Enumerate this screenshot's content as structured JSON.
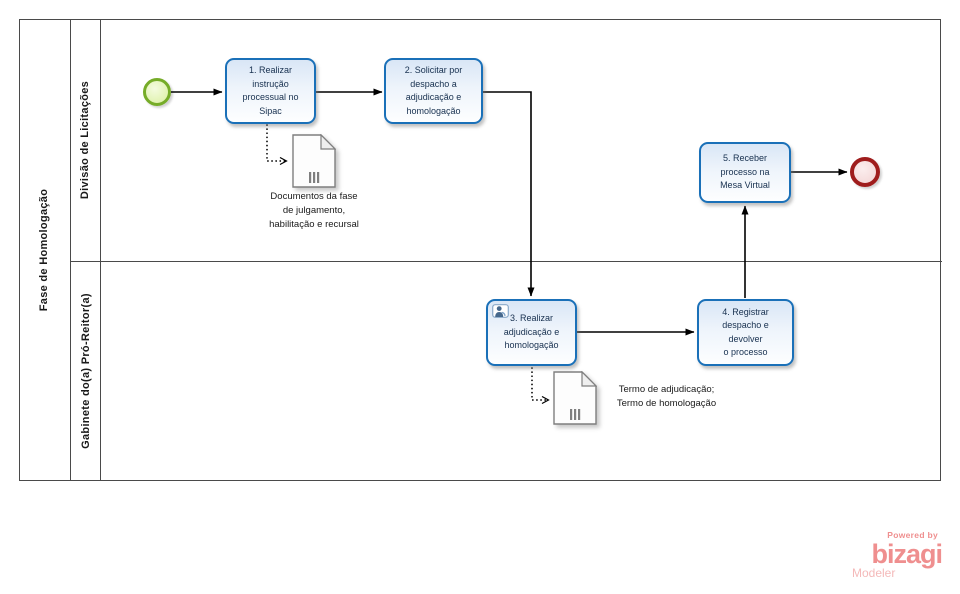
{
  "pool": {
    "title": "Fase de Homologação",
    "lanes": [
      {
        "label": "Divisão de Licitações"
      },
      {
        "label": "Gabinete do(a) Pró-Reitor(a)"
      }
    ]
  },
  "tasks": {
    "t1": {
      "label": "1. Realizar\ninstrução\nprocessual no\nSipac",
      "type": "task"
    },
    "t2": {
      "label": "2. Solicitar por\ndespacho a\nadjudicação e\nhomologação",
      "type": "task"
    },
    "t3": {
      "label": "3. Realizar\nadjudicação e\nhomologação",
      "type": "user-task"
    },
    "t4": {
      "label": "4. Registrar\ndespacho e\ndevolver\no  processo",
      "type": "task"
    },
    "t5": {
      "label": "5. Receber\nprocesso na\nMesa Virtual",
      "type": "task"
    }
  },
  "documents": {
    "d1": {
      "label": "Documentos da fase\nde julgamento,\nhabilitação e recursal"
    },
    "d2": {
      "label": "Termo de adjudicação;\nTermo de homologação"
    }
  },
  "events": {
    "start": {
      "kind": "start-event"
    },
    "end": {
      "kind": "end-event"
    }
  },
  "icons": {
    "user_task": "user-icon",
    "data_object": "document-icon"
  },
  "branding": {
    "powered_by": "Powered by",
    "brand": "bizagi",
    "product": "Modeler"
  },
  "colors": {
    "task_border": "#1a70b8",
    "task_fill_top": "#d9e6f6",
    "start_border": "#76ac28",
    "start_fill": "#e2f3b3",
    "end_border": "#9f1d1d",
    "end_fill": "#f3d4d4",
    "flow_line": "#000000",
    "lane_line": "#4a4a4a",
    "brand_pink": "#ef8f8f"
  }
}
